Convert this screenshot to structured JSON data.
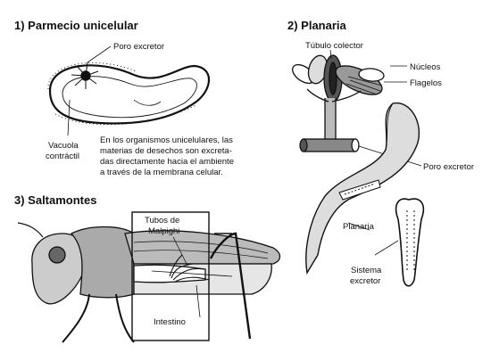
{
  "sections": {
    "parmecio": "1) Parmecio unicelular",
    "planaria": "2) Planaria",
    "saltamontes": "3) Saltamontes"
  },
  "labels": {
    "poro_excretor_1": "Poro excretor",
    "vacuola_1": "Vacuola",
    "vacuola_2": "contráctil",
    "tubulo": "Túbulo colector",
    "nucleos": "Núcleos",
    "flagelos": "Flagelos",
    "poro_excretor_2": "Poro excretor",
    "planaria": "Planaria",
    "sistema_1": "Sistema",
    "sistema_2": "excretor",
    "tubos_1": "Tubos de",
    "tubos_2": "Malpighi",
    "intestino": "Intestino"
  },
  "description": [
    "En los organismos unicelulares, las",
    "materias de desechos son excreta-",
    "das directamente hacia el ambiente",
    "a través de la membrana celular."
  ],
  "colors": {
    "ink": "#111111",
    "shade": "#555555",
    "paper": "#ffffff"
  }
}
